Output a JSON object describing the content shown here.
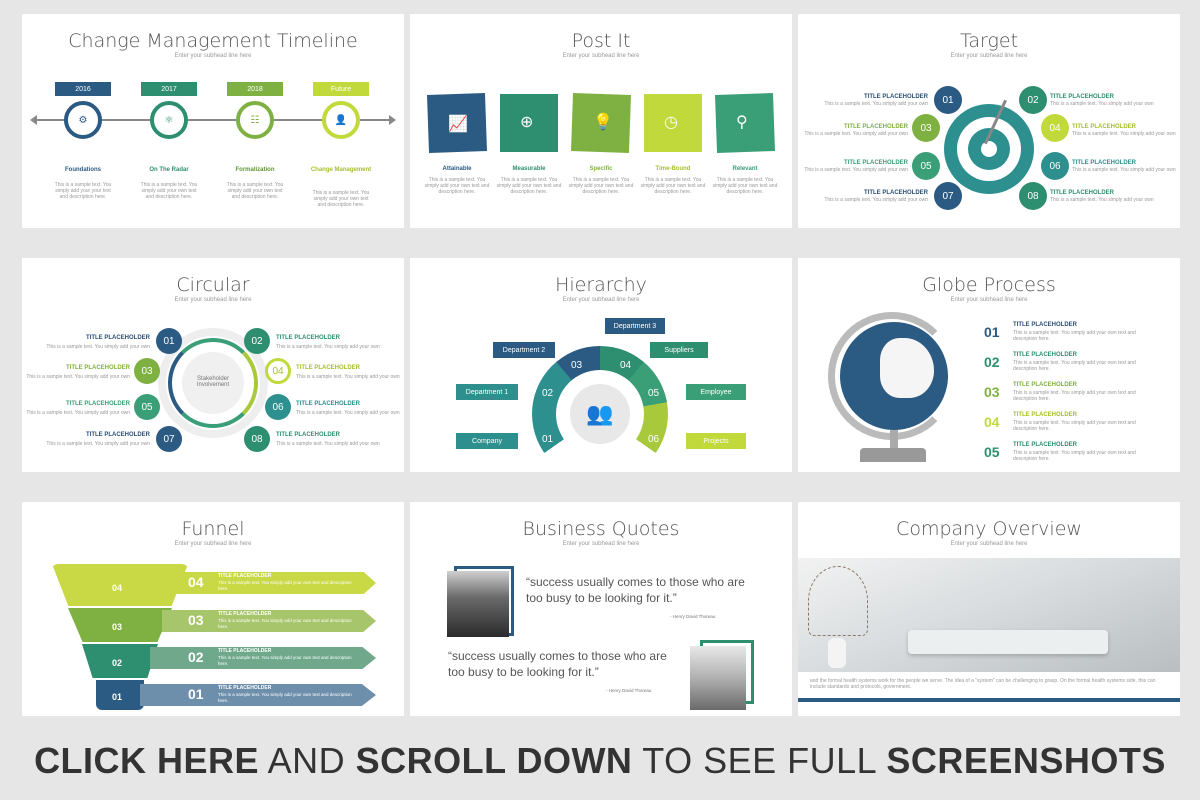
{
  "colors": {
    "navy": "#2b5a82",
    "teal": "#2e8f8f",
    "green": "#3a9e77",
    "lime": "#a8c93b",
    "yellow": "#cfe054"
  },
  "slides": {
    "timeline": {
      "title": "Change Management Timeline",
      "subtitle": "Enter your subhead line here",
      "items": [
        {
          "year": "2016",
          "name": "Foundations",
          "desc": "This is a sample text. You simply add your your text and description here."
        },
        {
          "year": "2017",
          "name": "On The Radar",
          "desc": "This is a sample text. You simply add your own text and description here."
        },
        {
          "year": "2018",
          "name": "Formalization",
          "desc": "This is a sample text. You simply add your own text and description here."
        },
        {
          "year": "Future",
          "name": "Change Management",
          "desc": "This is a sample text. You simply add your own text and description here."
        }
      ]
    },
    "postit": {
      "title": "Post It",
      "subtitle": "Enter your subhead line here",
      "items": [
        {
          "name": "Attainable",
          "desc": "This is a sample text. You simply add your own text and description here."
        },
        {
          "name": "Measurable",
          "desc": "This is a sample text. You simply add your own text and description here."
        },
        {
          "name": "Specific",
          "desc": "This is a sample text. You simply add your own text and description here."
        },
        {
          "name": "Time-Bound",
          "desc": "This is a sample text. You simply add your own text and description here."
        },
        {
          "name": "Relevant",
          "desc": "This is a sample text. You simply add your own text and description here."
        }
      ]
    },
    "target": {
      "title": "Target",
      "subtitle": "Enter your subhead line here",
      "nums": [
        "01",
        "02",
        "03",
        "04",
        "05",
        "06",
        "07",
        "08"
      ],
      "item_title": "TITLE PLACEHOLDER",
      "item_desc": "This is a sample text. You simply add your own"
    },
    "circular": {
      "title": "Circular",
      "subtitle": "Enter your subhead line here",
      "center": "Stakeholder Involvement",
      "nums": [
        "01",
        "02",
        "03",
        "04",
        "05",
        "06",
        "07",
        "08"
      ],
      "item_title": "TITLE PLACEHOLDER",
      "item_desc": "This is a sample text. You simply add your own"
    },
    "hierarchy": {
      "title": "Hierarchy",
      "subtitle": "Enter your subhead line here",
      "labels": {
        "dept3": "Department 3",
        "dept2": "Department 2",
        "suppliers": "Suppliers",
        "dept1": "Department 1",
        "employee": "Employee",
        "company": "Company",
        "projects": "Projects"
      },
      "nums": [
        "01",
        "02",
        "03",
        "04",
        "05",
        "06"
      ]
    },
    "globe": {
      "title": "Globe Process",
      "subtitle": "Enter your subhead line here",
      "items": [
        {
          "num": "01"
        },
        {
          "num": "02"
        },
        {
          "num": "03"
        },
        {
          "num": "04"
        },
        {
          "num": "05"
        }
      ],
      "item_title": "TITLE PLACEHOLDER",
      "item_desc": "This is a sample text. You simply add your own text and description here."
    },
    "funnel": {
      "title": "Funnel",
      "subtitle": "Enter your subhead line here",
      "nums": [
        "04",
        "03",
        "02",
        "01"
      ],
      "item_title": "TITLE PLACEHOLDER",
      "item_desc": "This is a sample text. You simply add your own text and description here."
    },
    "quotes": {
      "title": "Business Quotes",
      "subtitle": "Enter your subhead line here",
      "q1": "“success usually comes to those who are too busy to be looking for it.”",
      "a1": "- Henry David Thoreau",
      "q2": "“success usually comes to those who are too busy to be looking for it.”",
      "a2": "- Henry David Thoreau"
    },
    "company": {
      "title": "Company Overview",
      "subtitle": "Enter your subhead line here",
      "text": "and the formal health systems work for the people we serve. The idea of a \"system\" can be challenging to grasp. On the formal health systems side, this can include standards and protocols, government."
    }
  },
  "footer": {
    "p1": "CLICK HERE",
    "p2": " AND ",
    "p3": "SCROLL DOWN",
    "p4": " TO SEE FULL ",
    "p5": "SCREENSHOTS"
  }
}
